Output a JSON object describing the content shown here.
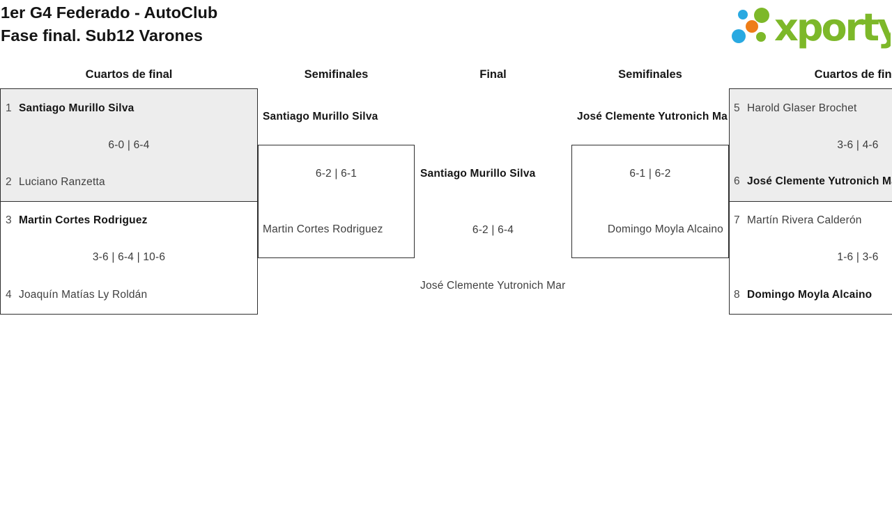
{
  "title": {
    "line1": "1er G4 Federado - AutoClub",
    "line2": "Fase final. Sub12 Varones"
  },
  "logo": {
    "brand": "xporty",
    "colors": {
      "green": "#7db829",
      "blue": "#29a9e1",
      "orange": "#ee7d18"
    }
  },
  "rounds": {
    "qf_left": "Cuartos de final",
    "sf_left": "Semifinales",
    "final": "Final",
    "sf_right": "Semifinales",
    "qf_right": "Cuartos de final"
  },
  "matches": {
    "qf1": {
      "seed_top": "1",
      "player_top": "Santiago Murillo Silva",
      "score": "6-0 | 6-4",
      "seed_bottom": "2",
      "player_bottom": "Luciano Ranzetta"
    },
    "qf2": {
      "seed_top": "3",
      "player_top": "Martin Cortes Rodriguez",
      "score": "3-6 | 6-4 | 10-6",
      "seed_bottom": "4",
      "player_bottom": "Joaquín Matías Ly Roldán"
    },
    "qf3": {
      "seed_top": "5",
      "player_top": "Harold Glaser Brochet",
      "score": "3-6 | 4-6",
      "seed_bottom": "6",
      "player_bottom": "José Clemente Yutronich Mar"
    },
    "qf4": {
      "seed_top": "7",
      "player_top": "Martín Rivera Calderón",
      "score": "1-6 | 3-6",
      "seed_bottom": "8",
      "player_bottom": "Domingo Moyla Alcaino"
    },
    "sf_left": {
      "winner": "Santiago Murillo Silva",
      "score": "6-2 | 6-1",
      "opponent": "Martin Cortes Rodriguez"
    },
    "sf_right": {
      "winner": "José Clemente Yutronich Mar",
      "score": "6-1 | 6-2",
      "opponent": "Domingo Moyla Alcaino"
    },
    "final": {
      "winner": "Santiago Murillo Silva",
      "score": "6-2 | 6-4",
      "runner_up": "José Clemente Yutronich Mar"
    }
  }
}
